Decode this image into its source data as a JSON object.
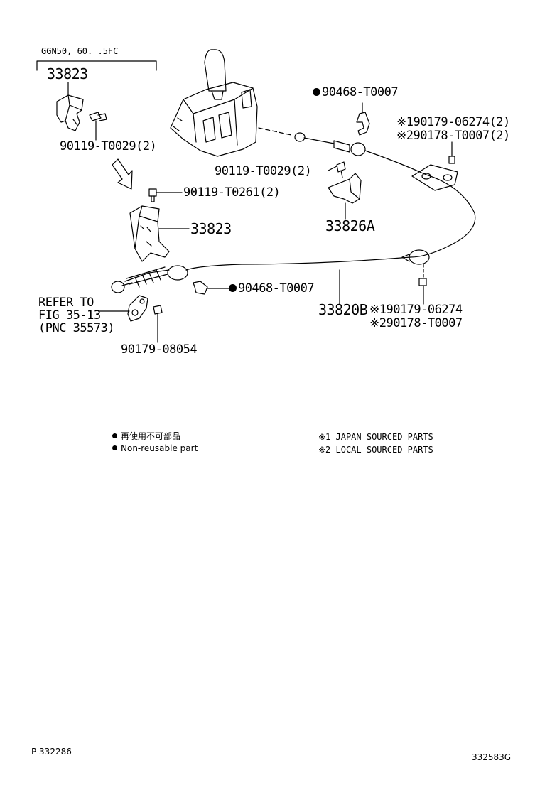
{
  "model_note": "GGN50, 60. .5FC",
  "parts": {
    "bracket_top": "33823",
    "bracket_main": "33823",
    "bolt_bracket_top": "90119-T0029(2)",
    "bolt_bracket_main": "90119-T0261(2)",
    "clip_upper": "90468-T0007",
    "clip_lower": "90468-T0007",
    "nut_upper_1": "※190179-06274(2)",
    "nut_upper_2": "※290178-T0007(2)",
    "bolt_bracket_cable": "90119-T0029(2)",
    "bracket_cable": "33826A",
    "cable": "33820B",
    "nut_lower_1": "※190179-06274",
    "nut_lower_2": "※290178-T0007",
    "clamp_nut": "90179-08054"
  },
  "refer": {
    "line1": "REFER TO",
    "line2": "FIG 35-13",
    "line3": "(PNC 35573)"
  },
  "legend": {
    "nonreusable_jp": "再使用不可部品",
    "nonreusable_en": "Non-reusable part",
    "japan_parts": "※1 JAPAN SOURCED PARTS",
    "local_parts": "※2 LOCAL SOURCED PARTS"
  },
  "footer": {
    "page_ref": "P 332286",
    "fig_id": "332583G"
  }
}
